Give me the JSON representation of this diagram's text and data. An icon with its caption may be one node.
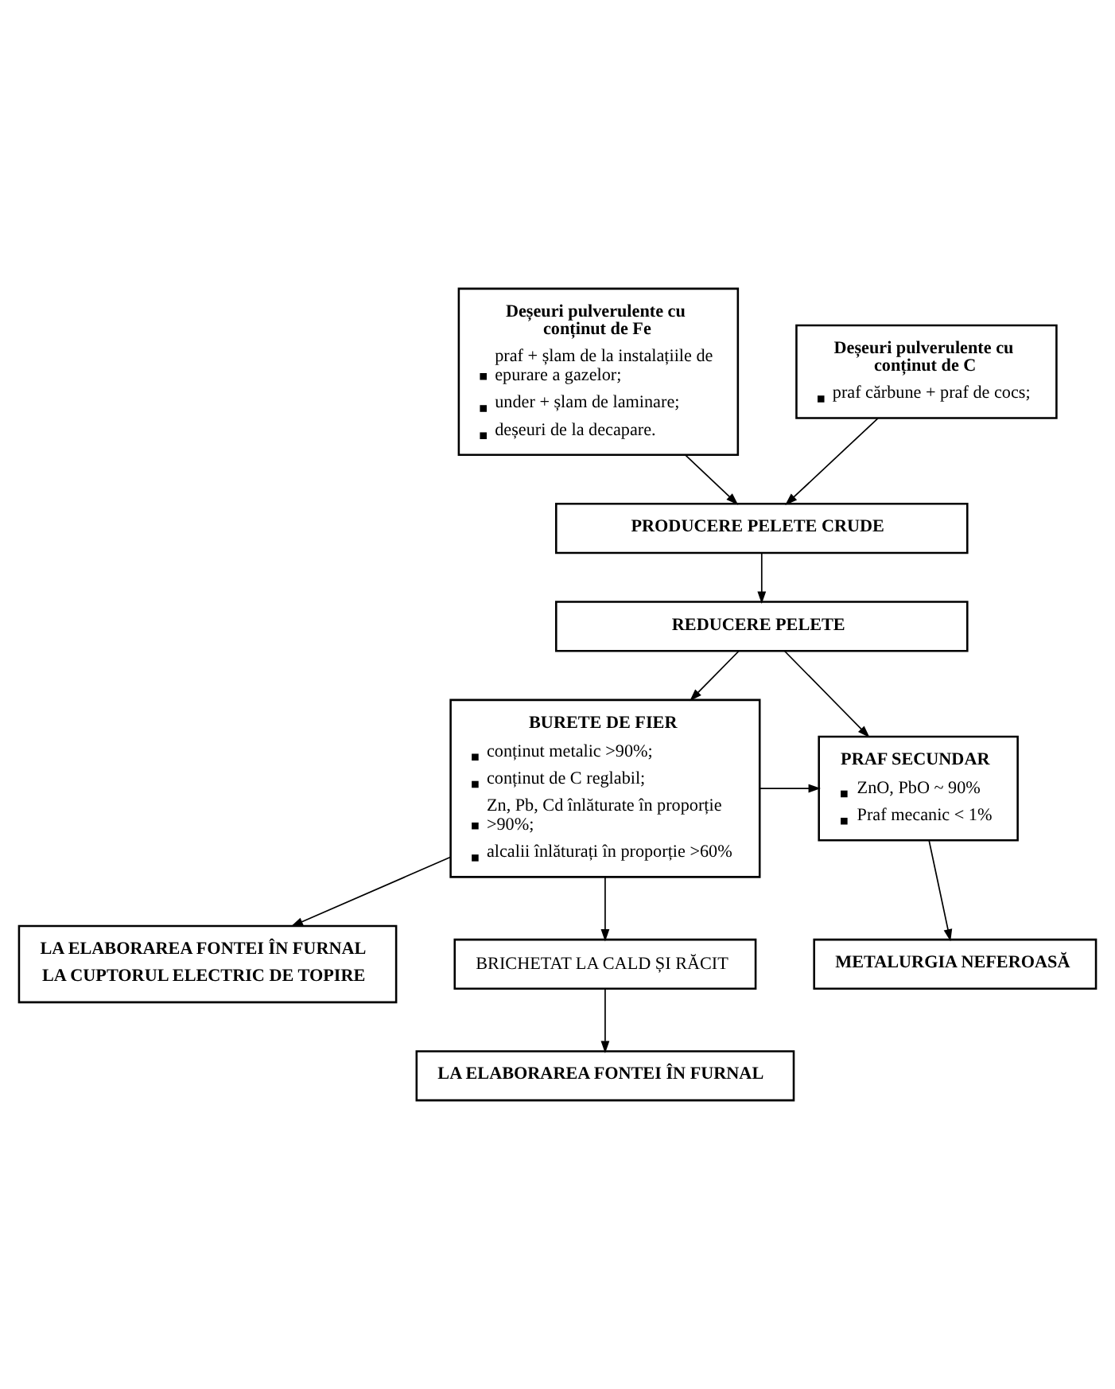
{
  "diagram": {
    "nodes": [
      {
        "text": [
          "Deșeuri pulverulente cu conținut de Fe",
          "praf + șlam de la instalațiile de epurare a gazelor;",
          "under + șlam de laminare;",
          "deșeuri de la decapare."
        ]
      },
      {
        "text": [
          "Deșeuri pulverulente cu conținut de C",
          "praf cărbune + praf de cocs;"
        ]
      },
      {
        "text": [
          "PRODUCERE PELETE CRUDE"
        ]
      },
      {
        "text": [
          "REDUCERE PELETE"
        ]
      },
      {
        "text": [
          "BURETE DE FIER",
          "conținut metalic >90%;",
          "conținut de C reglabil;",
          "Zn, Pb, Cd înlăturate în proporție >90%;",
          "alcalii înlăturați în proporție >60%"
        ]
      },
      {
        "text": [
          "PRAF SECUNDAR",
          "ZnO, PbO ~ 90%",
          "Praf mecanic < 1%"
        ]
      },
      {
        "text": [
          "METALURGIA NEFEROASĂ"
        ]
      },
      {
        "text": [
          "LA ELABORAREA FONTEI ÎN FURNAL",
          "LA CUPTORUL ELECTRIC DE TOPIRE"
        ]
      },
      {
        "text": [
          "BRICHETAT LA CALD ȘI RĂCIT"
        ]
      },
      {
        "text": [
          "LA ELABORAREA FONTEI ÎN FURNAL"
        ]
      }
    ],
    "edges": [
      {
        "from": 0,
        "to": 2,
        "arrow": "to"
      },
      {
        "from": 1,
        "to": 2,
        "arrow": "to"
      },
      {
        "from": 2,
        "to": 3,
        "arrow": "to"
      },
      {
        "from": 3,
        "to": 4,
        "arrow": "to"
      },
      {
        "from": 3,
        "to": 5,
        "arrow": "to"
      },
      {
        "from": 4,
        "to": 5,
        "arrow": "to"
      },
      {
        "from": 5,
        "to": 6,
        "arrow": "to"
      },
      {
        "from": 4,
        "to": 7,
        "arrow": "to"
      },
      {
        "from": 4,
        "to": 8,
        "arrow": "to"
      },
      {
        "from": 8,
        "to": 9,
        "arrow": "to"
      }
    ]
  }
}
